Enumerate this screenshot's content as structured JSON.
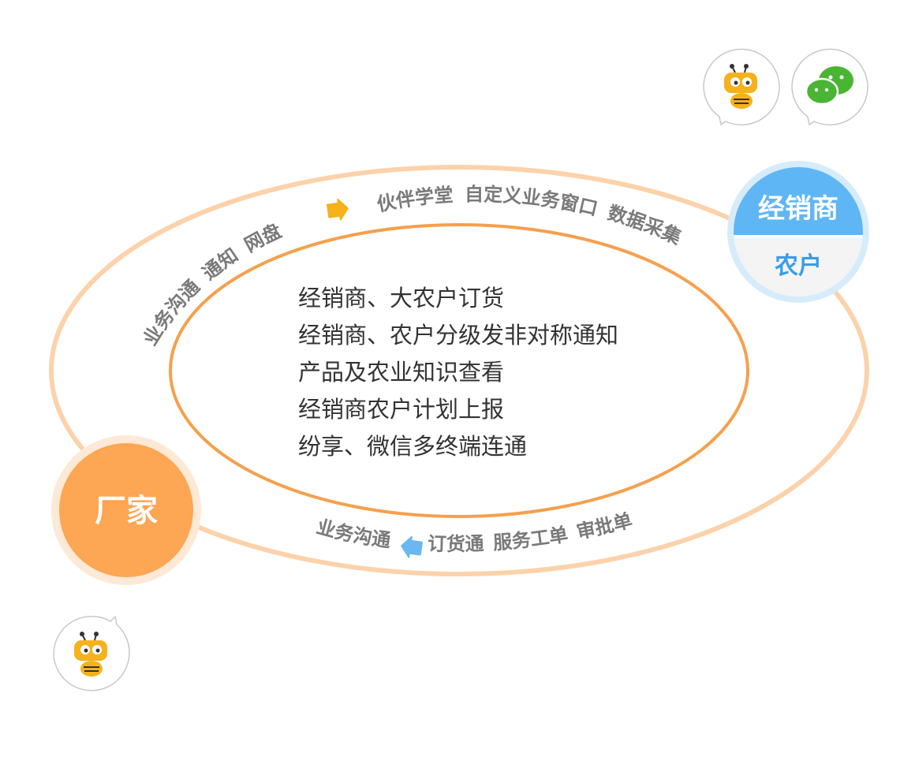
{
  "nodes": {
    "manufacturer": "厂家",
    "dealer": "经销商",
    "farmer": "农户"
  },
  "outer_ring": {
    "top_left": [
      "业务沟通",
      "通知",
      "网盘"
    ],
    "top_right": [
      "伙伴学堂",
      "自定义业务窗口",
      "数据采集"
    ],
    "bottom": [
      "业务沟通",
      "订货通",
      "服务工单",
      "审批单"
    ]
  },
  "center_items": [
    "经销商、大农户订货",
    "经销商、农户分级发非对称通知",
    "产品及农业知识查看",
    "经销商农户计划上报",
    "纷享、微信多终端连通"
  ],
  "icons": {
    "top_right": [
      "bee-mascot-icon",
      "wechat-icon"
    ],
    "bottom_left": [
      "bee-mascot-icon"
    ]
  },
  "colors": {
    "outer_ring": "#fcd2ab",
    "inner_ring": "#f5a04d",
    "manufacturer": "#fda653",
    "dealer": "#5fb6f5",
    "farmer_text": "#3a9de8",
    "forward_arrow": "#f5b21a",
    "back_arrow": "#6bb8f0"
  }
}
